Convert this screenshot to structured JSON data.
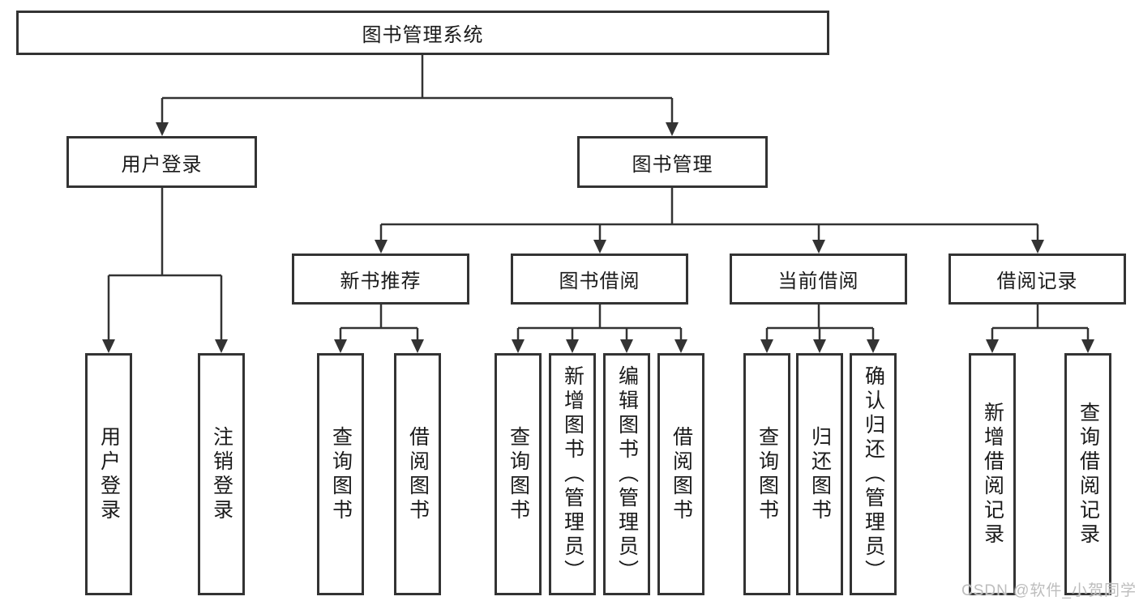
{
  "tree": {
    "label": "图书管理系统",
    "children": [
      {
        "label": "用户登录",
        "children": [
          {
            "label": "用户登录"
          },
          {
            "label": "注销登录"
          }
        ]
      },
      {
        "label": "图书管理",
        "children": [
          {
            "label": "新书推荐",
            "children": [
              {
                "label": "查询图书"
              },
              {
                "label": "借阅图书"
              }
            ]
          },
          {
            "label": "图书借阅",
            "children": [
              {
                "label": "查询图书"
              },
              {
                "label": "新增图书（管理员）"
              },
              {
                "label": "编辑图书（管理员）"
              },
              {
                "label": "借阅图书"
              }
            ]
          },
          {
            "label": "当前借阅",
            "children": [
              {
                "label": "查询图书"
              },
              {
                "label": "归还图书"
              },
              {
                "label": "确认归还（管理员）"
              }
            ]
          },
          {
            "label": "借阅记录",
            "children": [
              {
                "label": "新增借阅记录"
              },
              {
                "label": "查询借阅记录"
              }
            ]
          }
        ]
      }
    ]
  },
  "watermark": {
    "text": "CSDN @软件_小贺同学"
  },
  "colors": {
    "line": "#333333",
    "box_border": "#333333",
    "box_fill": "#ffffff",
    "text": "#1a1a1a",
    "watermark": "#bdbdbd",
    "background": "#ffffff"
  }
}
